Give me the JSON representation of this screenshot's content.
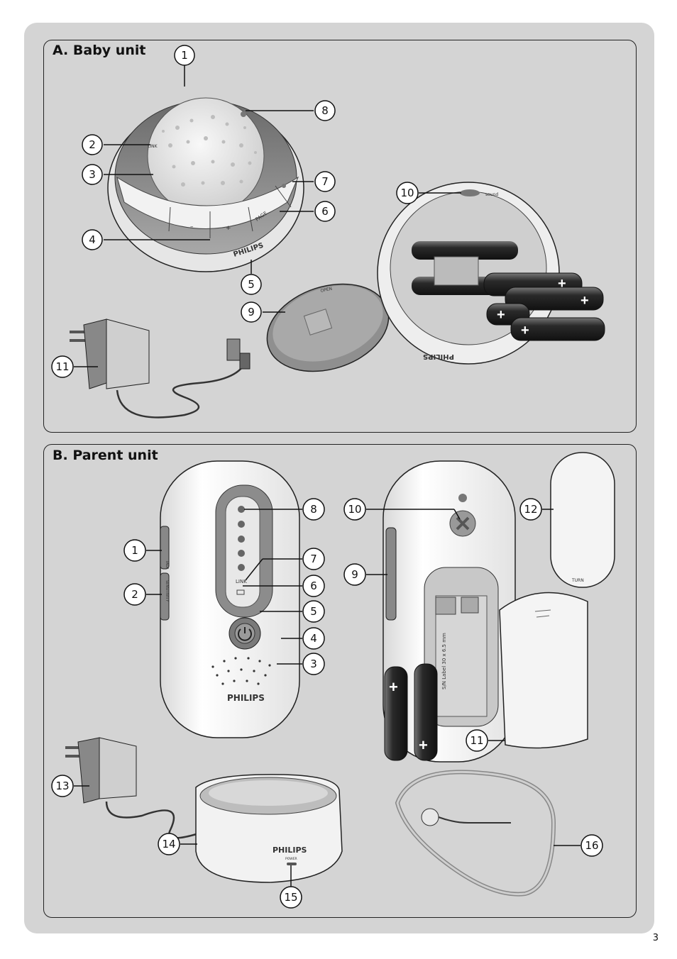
{
  "page_number": "3",
  "panel_a": {
    "title": "A. Baby unit",
    "callouts": [
      "1",
      "2",
      "3",
      "4",
      "5",
      "6",
      "7",
      "8",
      "9",
      "10",
      "11"
    ],
    "labels": {
      "brand": "PHILIPS",
      "page": "PAGE",
      "minus": "–",
      "plus": "+",
      "link": "LINK",
      "sound": "sound",
      "open": "OPEN"
    }
  },
  "panel_b": {
    "title": "B. Parent unit",
    "callouts": [
      "1",
      "2",
      "3",
      "4",
      "5",
      "6",
      "7",
      "8",
      "9",
      "10",
      "11",
      "12",
      "13",
      "14",
      "15",
      "16"
    ],
    "labels": {
      "brand": "PHILIPS",
      "link": "LINK",
      "talk": "TALK",
      "sensitivity": "SENSITIVITY",
      "turn": "TURN",
      "power": "POWER",
      "label": "S/N Label  30 x 6.5 mm",
      "plus": "+",
      "minus": "–"
    }
  },
  "colors": {
    "sheet": "#d4d4d4",
    "device_light": "#f4f4f4",
    "device_shade": "#8a8a8a",
    "dark": "#2a2a2a"
  }
}
